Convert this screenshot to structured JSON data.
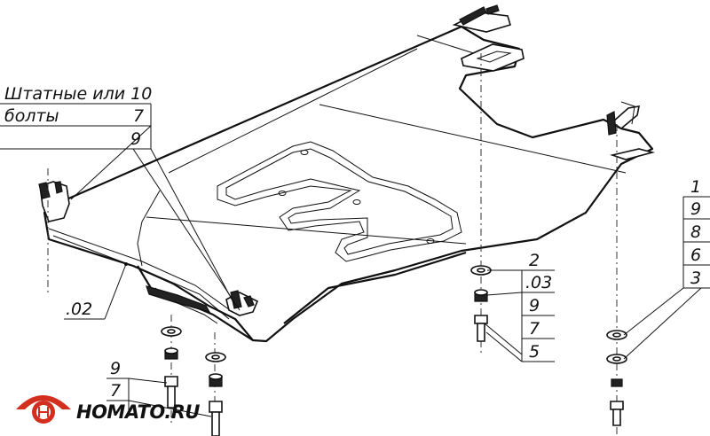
{
  "labels": {
    "standard_bolts_line1": "Штатные или 10",
    "standard_bolts_line2": "болты",
    "n7a": "7",
    "n9a": "9",
    "n02": ".02",
    "bl_9": "9",
    "bl_7": "7",
    "mid_2": "2",
    "mid_03": ".03",
    "mid_9": "9",
    "mid_7": "7",
    "mid_5": "5",
    "r_1": "1",
    "r_9": "9",
    "r_8": "8",
    "r_6": "6",
    "r_3": "3"
  },
  "logo": {
    "text": "HOMATO.RU",
    "accent_color": "#d32f1f",
    "icon": "car-wheel-logo-icon"
  },
  "colors": {
    "line": "#111111",
    "background": "#ffffff"
  }
}
